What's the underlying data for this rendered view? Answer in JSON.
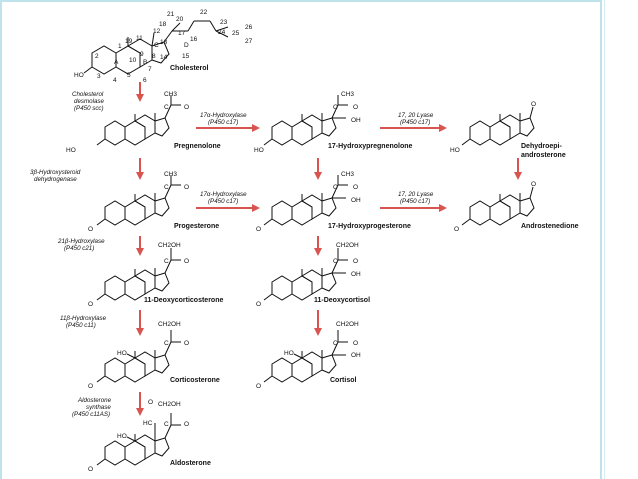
{
  "colors": {
    "arrow": "#d9534f",
    "frame": "#bfe3ea",
    "line": "#111111"
  },
  "cholesterol": {
    "name": "Cholesterol",
    "ring_letters": [
      "A",
      "B",
      "C",
      "D"
    ],
    "carbon_numbers": [
      "1",
      "2",
      "3",
      "4",
      "5",
      "6",
      "7",
      "8",
      "9",
      "10",
      "11",
      "12",
      "13",
      "14",
      "15",
      "16",
      "17",
      "18",
      "19",
      "20",
      "21",
      "22",
      "23",
      "24",
      "25",
      "26",
      "27"
    ],
    "ho": "HO"
  },
  "compounds": {
    "pregnenolone": "Pregnenolone",
    "hydroxypregnenolone": "17-Hydroxypregnenolone",
    "dhea_line1": "Dehydroepi-",
    "dhea_line2": "androsterone",
    "progesterone": "Progesterone",
    "hydroxyprogesterone": "17-Hydroxyprogesterone",
    "androstenedione": "Androstenedione",
    "deoxycorticosterone": "11-Deoxycorticosterone",
    "deoxycortisol": "11-Deoxycortisol",
    "corticosterone": "Corticosterone",
    "cortisol": "Cortisol",
    "aldosterone": "Aldosterone"
  },
  "enzymes": {
    "scc": [
      "Cholesterol",
      "desmolase",
      "(P450 scc)"
    ],
    "hsd": [
      "3β-Hydroxysteroid",
      "dehydrogenase"
    ],
    "c21": [
      "21β-Hydroxylase",
      "(P450 c21)"
    ],
    "c11": [
      "11β-Hydroxylase",
      "(P450 c11)"
    ],
    "c11as": [
      "Aldosterone",
      "synthase",
      "(P450 c11AS)"
    ],
    "hydroxylase17": [
      "17α-Hydroxylase",
      "(P450 c17)"
    ],
    "lyase": [
      "17, 20 Lyase",
      "(P450 c17)"
    ]
  },
  "atoms": {
    "ch3": "CH3",
    "ch2oh": "CH2OH",
    "c": "C",
    "o": "O",
    "oh": "OH",
    "ho": "HO",
    "hc": "HC"
  }
}
